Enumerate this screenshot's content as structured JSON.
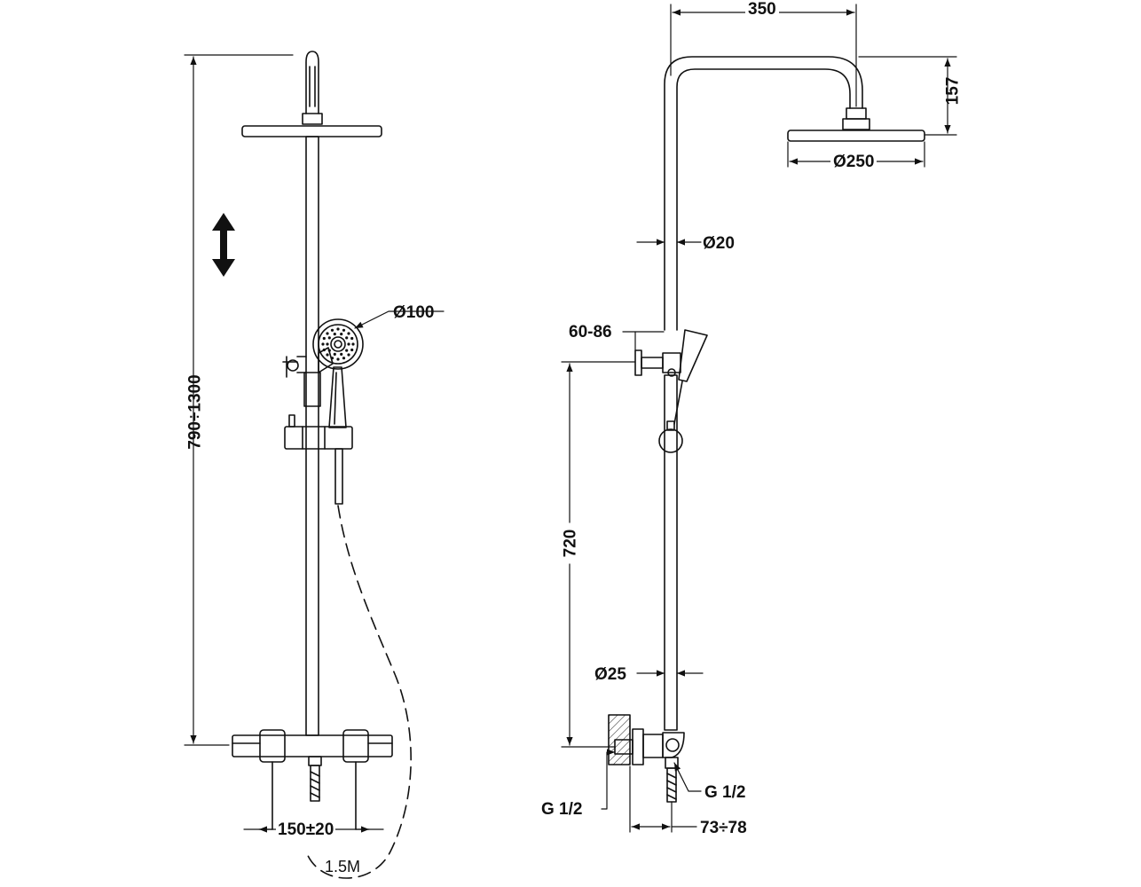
{
  "labels": {
    "total_height": "790÷1300",
    "hand_shower_diameter": "Ø100",
    "spacing": "150±20",
    "hose_length": "1.5M",
    "arm_length": "350",
    "arm_drop": "157",
    "head_diameter": "Ø250",
    "upper_tube_diameter": "Ø20",
    "bracket_range": "60-86",
    "valve_height": "720",
    "lower_tube_diameter": "Ø25",
    "inlet_left": "G 1/2",
    "outlet_right": "G 1/2",
    "wall_offset": "73÷78"
  },
  "colors": {
    "line": "#111111",
    "background": "#ffffff"
  }
}
